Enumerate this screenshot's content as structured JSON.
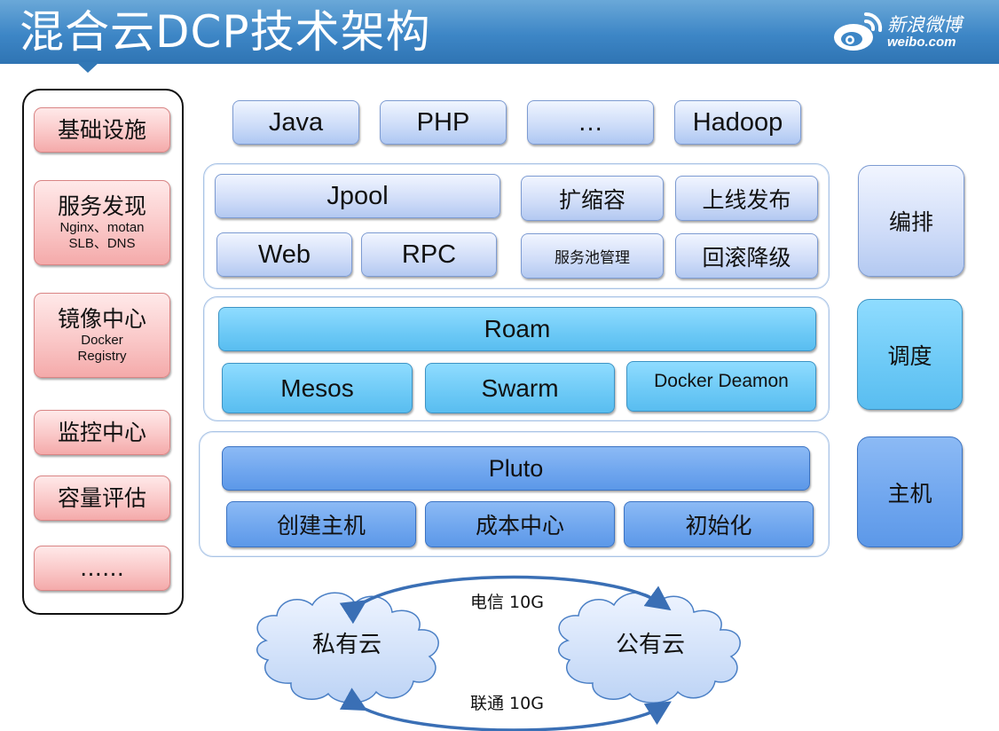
{
  "header": {
    "title": "混合云DCP技术架构",
    "logo": {
      "name": "新浪微博",
      "domain": "weibo.com"
    }
  },
  "infrastructure": {
    "items": [
      {
        "title": "基础设施",
        "subtitle": []
      },
      {
        "title": "服务发现",
        "subtitle": [
          "Nginx、motan",
          "SLB、DNS"
        ]
      },
      {
        "title": "镜像中心",
        "subtitle": [
          "Docker",
          "Registry"
        ]
      },
      {
        "title": "监控中心",
        "subtitle": []
      },
      {
        "title": "容量评估",
        "subtitle": []
      },
      {
        "title": "……",
        "subtitle": []
      }
    ]
  },
  "languages": [
    "Java",
    "PHP",
    "…",
    "Hadoop"
  ],
  "orchestration": {
    "label": "编排",
    "jpool": "Jpool",
    "web": "Web",
    "rpc": "RPC",
    "scale": "扩缩容",
    "deploy": "上线发布",
    "pool_mgmt": "服务池管理",
    "rollback": "回滚降级"
  },
  "scheduling": {
    "label": "调度",
    "roam": "Roam",
    "mesos": "Mesos",
    "swarm": "Swarm",
    "docker_daemon": "Docker Deamon"
  },
  "host": {
    "label": "主机",
    "pluto": "Pluto",
    "create": "创建主机",
    "cost": "成本中心",
    "init": "初始化"
  },
  "clouds": {
    "private": "私有云",
    "public": "公有云",
    "link_top": "电信 10G",
    "link_bottom": "联通 10G"
  },
  "colors": {
    "header": "#3d86c6",
    "infra": "#fac8c8",
    "orchestration": "#cbdbf8",
    "scheduling": "#6cc9f6",
    "host": "#6ea5ee",
    "cloud": "#d6e4fb",
    "link": "#3a6fb5"
  }
}
